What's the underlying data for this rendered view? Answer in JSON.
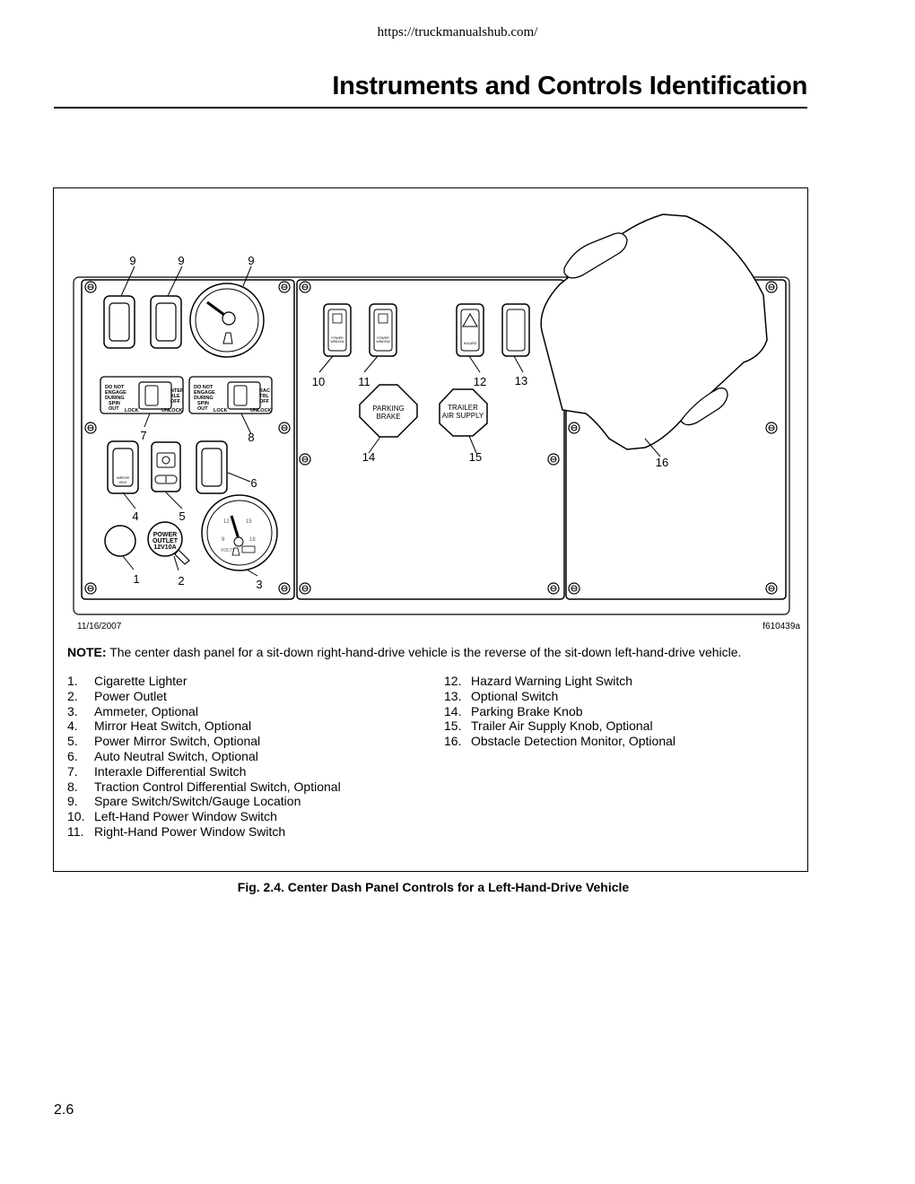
{
  "header": {
    "url": "https://truckmanualshub.com/",
    "title": "Instruments and Controls Identification"
  },
  "figure": {
    "date": "11/16/2007",
    "code": "f610439a",
    "callouts": [
      "9",
      "9",
      "9",
      "10",
      "11",
      "12",
      "13",
      "7",
      "8",
      "14",
      "15",
      "16",
      "6",
      "4",
      "5",
      "1",
      "2",
      "3"
    ],
    "panel_labels": {
      "do_not_engage": [
        "DO NOT",
        "ENGAGE",
        "DURING",
        "SPIN",
        "OUT"
      ],
      "lock": "LOCK",
      "unlock": "UNLOCK",
      "inter_axle": [
        "NTER",
        "XLE",
        "OFF"
      ],
      "traction": [
        "RAC",
        "TRL",
        "OFF"
      ],
      "power_window": [
        "POWER",
        "WINDOW"
      ],
      "hazard": "HAZARD",
      "parking_brake": [
        "PARKING",
        "BRAKE"
      ],
      "trailer_air": [
        "TRAILER",
        "AIR SUPPLY"
      ],
      "power_outlet": [
        "POWER",
        "OUTLET",
        "12V10A"
      ],
      "volts": "VOLTS",
      "gauge_ticks": [
        "12",
        "15",
        "9",
        "18"
      ],
      "mirror_heat": [
        "MIRROR",
        "HEAT"
      ]
    }
  },
  "note": {
    "label": "NOTE:",
    "text": " The center dash panel for a sit-down right-hand-drive vehicle is the reverse of the sit-down left-hand-drive vehicle."
  },
  "legend_left": [
    {
      "num": "1.",
      "text": "Cigarette Lighter"
    },
    {
      "num": "2.",
      "text": "Power Outlet"
    },
    {
      "num": "3.",
      "text": "Ammeter, Optional"
    },
    {
      "num": "4.",
      "text": "Mirror Heat Switch, Optional"
    },
    {
      "num": "5.",
      "text": "Power Mirror Switch, Optional"
    },
    {
      "num": "6.",
      "text": "Auto Neutral Switch, Optional"
    },
    {
      "num": "7.",
      "text": "Interaxle Differential Switch"
    },
    {
      "num": "8.",
      "text": "Traction Control Differential Switch, Optional"
    },
    {
      "num": "9.",
      "text": "Spare Switch/Switch/Gauge Location"
    },
    {
      "num": "10.",
      "text": "Left-Hand Power Window Switch"
    },
    {
      "num": "11.",
      "text": "Right-Hand Power Window Switch"
    }
  ],
  "legend_right": [
    {
      "num": "12.",
      "text": "Hazard Warning Light Switch"
    },
    {
      "num": "13.",
      "text": "Optional Switch"
    },
    {
      "num": "14.",
      "text": "Parking Brake Knob"
    },
    {
      "num": "15.",
      "text": "Trailer Air Supply Knob, Optional"
    },
    {
      "num": "16.",
      "text": "Obstacle Detection Monitor, Optional"
    }
  ],
  "caption": "Fig. 2.4.  Center Dash Panel Controls for a Left-Hand-Drive Vehicle",
  "page_number": "2.6"
}
